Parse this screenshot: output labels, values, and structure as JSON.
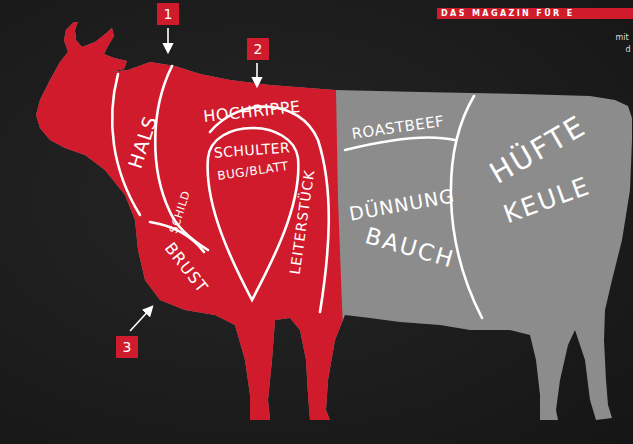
{
  "diagram": {
    "nodes": [
      {
        "text": [
          "1"
        ]
      },
      {
        "text": [
          "2"
        ]
      },
      {
        "text": [
          "DAS MAGAZIN FÜR E"
        ]
      },
      {
        "text": [
          "3"
        ]
      }
    ],
    "labels": [
      "mit",
      "d",
      "HALS",
      "HOCHRIPPE",
      "SCHULTER",
      "BUG/BLATT",
      "SCHILD",
      "BRUST",
      "LEITERSTÜCK",
      "ROASTBEEF",
      "DÜNNUNG",
      "BAUCH",
      "HÜFTE",
      "KEULE"
    ]
  }
}
